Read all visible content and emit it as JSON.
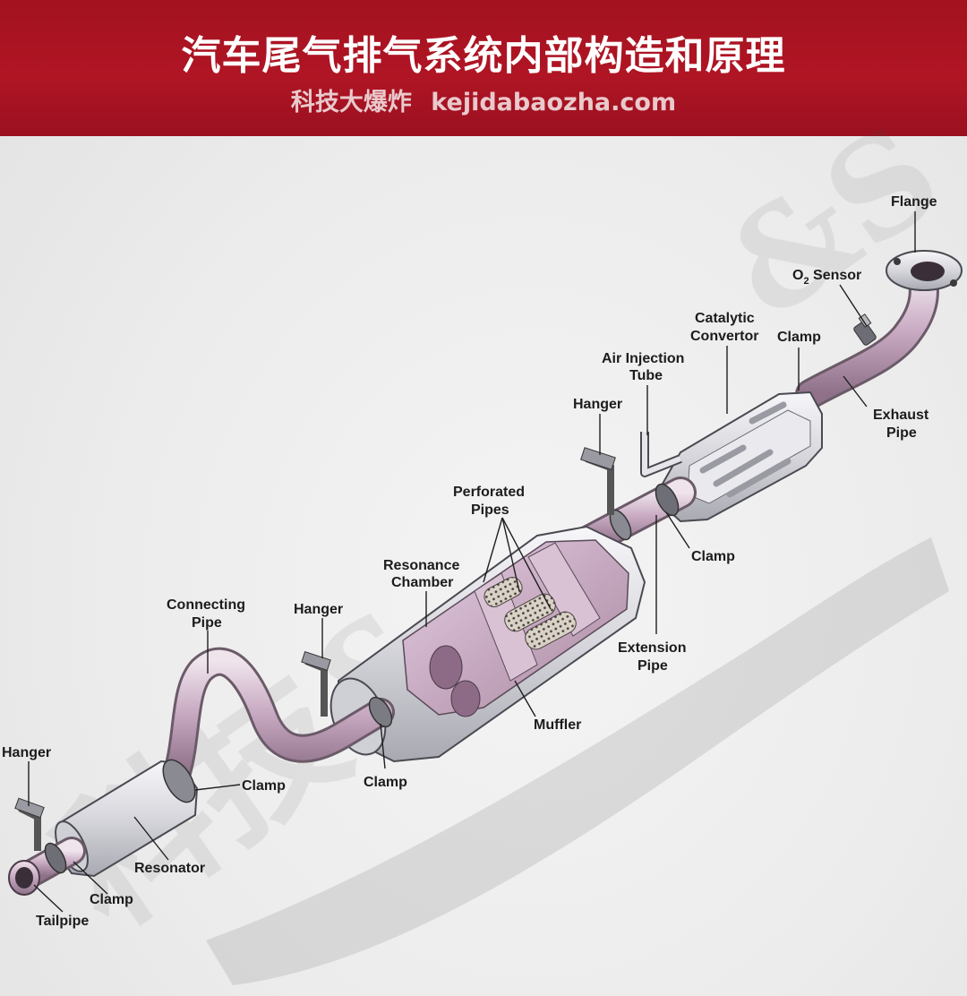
{
  "header": {
    "title": "汽车尾气排气系统内部构造和原理",
    "subtitle_cn": "科技大爆炸",
    "subtitle_site": "kejidabaozha.com"
  },
  "colors": {
    "banner": "#a3121f",
    "pipe": "#c7a9c1",
    "metal": "#d9d9de",
    "chamber": "#c6a8c8",
    "outline": "#4a4a52"
  },
  "labels": {
    "flange": "Flange",
    "o2_sensor_o": "O",
    "o2_sensor_sub": "2",
    "o2_sensor_rest": " Sensor",
    "catalytic_1": "Catalytic",
    "catalytic_2": "Convertor",
    "clamp_top": "Clamp",
    "air_injection_1": "Air Injection",
    "air_injection_2": "Tube",
    "hanger_mid": "Hanger",
    "exhaust_pipe_1": "Exhaust",
    "exhaust_pipe_2": "Pipe",
    "perforated_1": "Perforated",
    "perforated_2": "Pipes",
    "clamp_right": "Clamp",
    "resonance_1": "Resonance",
    "resonance_2": "Chamber",
    "connecting_1": "Connecting",
    "connecting_2": "Pipe",
    "hanger_left": "Hanger",
    "extension_1": "Extension",
    "extension_2": "Pipe",
    "muffler": "Muffler",
    "hanger_end": "Hanger",
    "clamp_connecting": "Clamp",
    "clamp_muffler": "Clamp",
    "resonator": "Resonator",
    "clamp_tail": "Clamp",
    "tailpipe": "Tailpipe"
  }
}
